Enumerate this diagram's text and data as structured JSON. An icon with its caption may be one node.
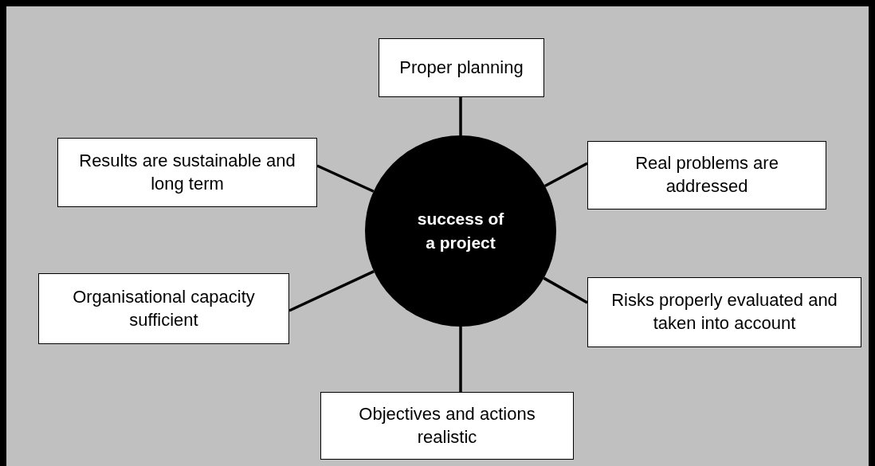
{
  "diagram": {
    "nodes": [
      {
        "text": [
          "success of a project"
        ]
      },
      {
        "text": [
          "Proper planning"
        ]
      },
      {
        "text": [
          "Results are sustainable and long term"
        ]
      },
      {
        "text": [
          "Real problems are addressed"
        ]
      },
      {
        "text": [
          "Organisational capacity sufficient"
        ]
      },
      {
        "text": [
          "Risks properly evaluated and taken into account"
        ]
      },
      {
        "text": [
          "Objectives and actions realistic"
        ]
      }
    ],
    "edges": [
      {
        "from": 0,
        "to": 1,
        "arrow": "none"
      },
      {
        "from": 0,
        "to": 2,
        "arrow": "none"
      },
      {
        "from": 0,
        "to": 3,
        "arrow": "none"
      },
      {
        "from": 0,
        "to": 4,
        "arrow": "none"
      },
      {
        "from": 0,
        "to": 5,
        "arrow": "none"
      },
      {
        "from": 0,
        "to": 6,
        "arrow": "none"
      }
    ]
  }
}
